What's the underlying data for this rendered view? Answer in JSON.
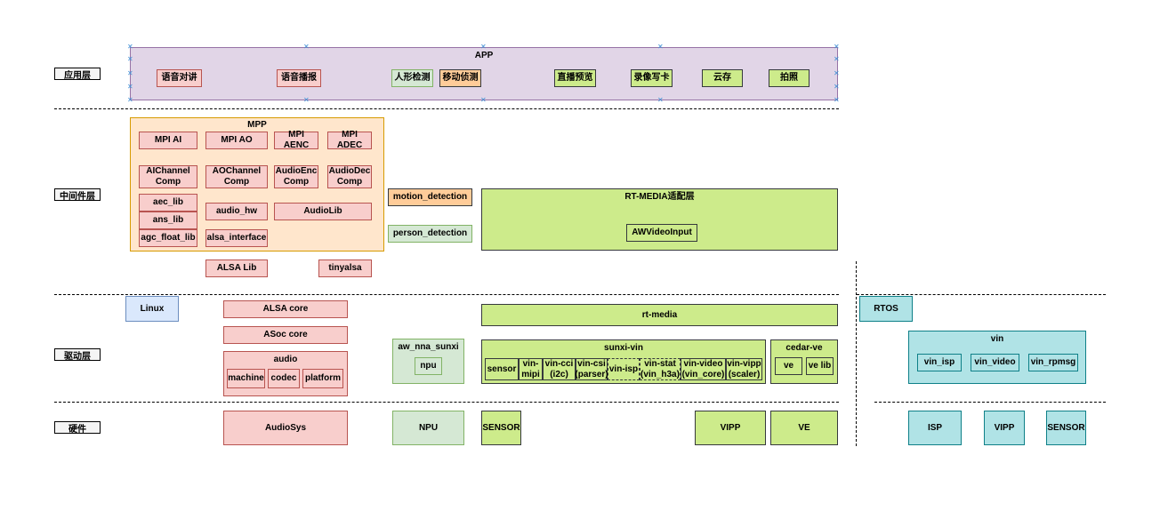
{
  "layers": {
    "app": "应用层",
    "middleware": "中间件层",
    "driver": "驱动层",
    "hardware": "硬件"
  },
  "app": {
    "title": "APP",
    "items": [
      "语音对讲",
      "语音播报",
      "人形检测",
      "移动侦测",
      "直播预览",
      "录像写卡",
      "云存",
      "拍照"
    ]
  },
  "mpp": {
    "title": "MPP",
    "mpi": [
      "MPI AI",
      "MPI AO",
      "MPI AENC",
      "MPI ADEC"
    ],
    "comp": [
      "AIChannel\nComp",
      "AOChannel\nComp",
      "AudioEnc\nComp",
      "AudioDec\nComp"
    ],
    "libs": [
      "aec_lib",
      "ans_lib",
      "agc_float_lib"
    ],
    "audio_hw": "audio_hw",
    "alsa_interface": "alsa_interface",
    "audiolib": "AudioLib"
  },
  "alsa_lib": "ALSA Lib",
  "tinyalsa": "tinyalsa",
  "motion_detection": "motion_detection",
  "person_detection": "person_detection",
  "rt_media_adapter": {
    "title": "RT-MEDIA适配层",
    "item": "AWVideoInput"
  },
  "driver": {
    "linux": "Linux",
    "alsa_core": "ALSA core",
    "asoc_core": "ASoc core",
    "audio": {
      "title": "audio",
      "items": [
        "machine",
        "codec",
        "platform"
      ]
    },
    "nna": {
      "title": "aw_nna_sunxi",
      "item": "npu"
    },
    "rt_media": "rt-media",
    "sunxi_vin": {
      "title": "sunxi-vin",
      "items": [
        "sensor",
        "vin-\nmipi",
        "vin-cci\n(i2c)",
        "vin-csi\n(parser)",
        "vin-isp",
        "vin-stat\n(vin_h3a)",
        "vin-video\n(vin_core)",
        "vin-vipp\n(scaler)"
      ]
    },
    "cedar_ve": {
      "title": "cedar-ve",
      "items": [
        "ve",
        "ve lib"
      ]
    },
    "rtos": "RTOS",
    "vin": {
      "title": "vin",
      "items": [
        "vin_isp",
        "vin_video",
        "vin_rpmsg"
      ]
    }
  },
  "hardware": {
    "audiosys": "AudioSys",
    "npu": "NPU",
    "sensor": "SENSOR",
    "vipp": "VIPP",
    "ve": "VE",
    "isp": "ISP",
    "rtos_vipp": "VIPP",
    "rtos_sensor": "SENSOR"
  }
}
